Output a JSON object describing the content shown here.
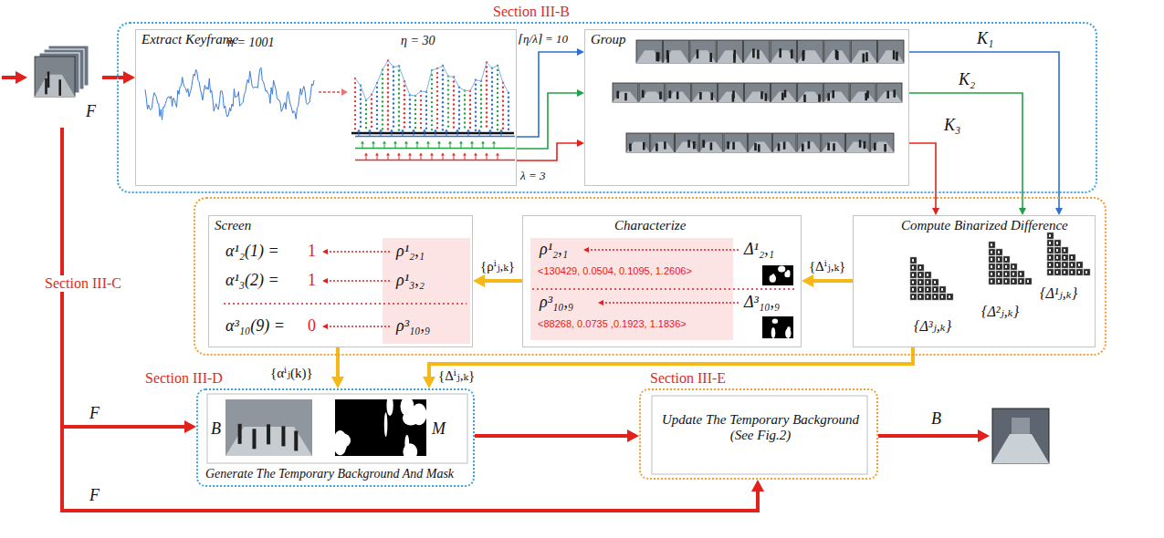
{
  "diagram": {
    "nodes": [
      {
        "text": [
          "F"
        ]
      },
      {
        "text": [
          "Section III-B"
        ]
      },
      {
        "text": [
          "Extract Keyframe",
          "n = 1001",
          "η = 30"
        ],
        "in": 1
      },
      {
        "text": [
          "Group"
        ],
        "in": 1
      },
      {
        "text": [
          "Section III-C"
        ]
      },
      {
        "text": [
          "Screen",
          "α¹₂(1) =",
          "1",
          "ρ¹₂,₁",
          "α¹₃(2) =",
          "1",
          "ρ¹₃,₂",
          "α³₁₀(9) =",
          "0",
          "ρ³₁₀,₉"
        ],
        "in": 4
      },
      {
        "text": [
          "Characterize",
          "ρ¹₂,₁",
          "Δ¹₂,₁",
          "<130429, 0.0504, 0.1095, 1.2606>",
          "ρ³₁₀,₉",
          "Δ³₁₀,₉",
          "<88268, 0.0735 ,0.1923, 1.1836>"
        ],
        "in": 4
      },
      {
        "text": [
          "Compute Binarized Difference",
          "{Δ¹ⱼ,ₖ}",
          "{Δ²ⱼ,ₖ}",
          "{Δ³ⱼ,ₖ}"
        ],
        "in": 4
      },
      {
        "text": [
          "Section III-D",
          "B",
          "M",
          "Generate The Temporary Background And Mask"
        ]
      },
      {
        "text": [
          "Section III-E",
          "Update The Temporary Background (See Fig.2)"
        ]
      }
    ],
    "edges": [
      {
        "from": 0,
        "to": 2,
        "arrow": "to"
      },
      {
        "from": 0,
        "to": 8,
        "arrow": "to",
        "label": "F"
      },
      {
        "from": 0,
        "to": 9,
        "arrow": "to",
        "label": "F"
      },
      {
        "from": 2,
        "to": 3,
        "arrow": "to"
      },
      {
        "from": 2,
        "to": 3,
        "arrow": "to"
      },
      {
        "from": 2,
        "to": 3,
        "arrow": "to"
      },
      {
        "from": 3,
        "to": 7,
        "arrow": "to",
        "label": "K₁"
      },
      {
        "from": 3,
        "to": 7,
        "arrow": "to",
        "label": "K₂"
      },
      {
        "from": 3,
        "to": 7,
        "arrow": "to",
        "label": "K₃"
      },
      {
        "from": 7,
        "to": 6,
        "arrow": "to",
        "label": "{Δⁱⱼ,ₖ}"
      },
      {
        "from": 6,
        "to": 5,
        "arrow": "to",
        "label": "{ρⁱⱼ,ₖ}"
      },
      {
        "from": 5,
        "to": 8,
        "arrow": "to",
        "label": "{αⁱⱼ(k)}"
      },
      {
        "from": 7,
        "to": 8,
        "arrow": "to",
        "label": "{Δⁱⱼ,ₖ}"
      },
      {
        "from": 8,
        "to": 9,
        "arrow": "to"
      }
    ],
    "labels": [
      "⌈η/λ⌉ = 10",
      "λ = 3",
      "B"
    ]
  }
}
